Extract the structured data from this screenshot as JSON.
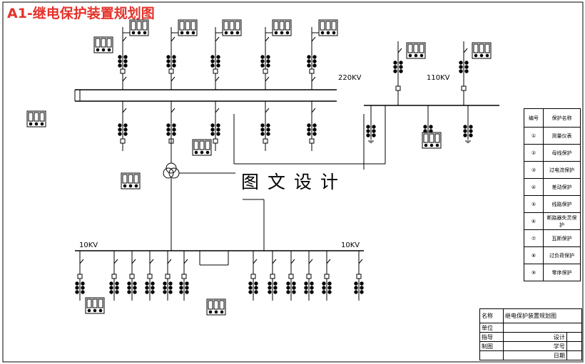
{
  "title": "A1-继电保护装置规划图",
  "watermark": "图文设计",
  "labels": {
    "bus_220": "220KV",
    "bus_110": "110KV",
    "bus_10_left": "10KV",
    "bus_10_right": "10KV"
  },
  "legend": {
    "header_no": "编号",
    "header_name": "保护名称",
    "rows": [
      {
        "no": "①",
        "name": "测量仪表"
      },
      {
        "no": "②",
        "name": "母线保护"
      },
      {
        "no": "③",
        "name": "过电流保护"
      },
      {
        "no": "④",
        "name": "差动保护"
      },
      {
        "no": "⑤",
        "name": "线路保护"
      },
      {
        "no": "⑥",
        "name": "断路器失灵保护"
      },
      {
        "no": "⑦",
        "name": "瓦斯保护"
      },
      {
        "no": "⑧",
        "name": "过负荷保护"
      },
      {
        "no": "⑨",
        "name": "零序保护"
      }
    ]
  },
  "title_block": {
    "name_label": "名称",
    "name_value": "继电保护装置规划图",
    "unit_label": "单位",
    "guide_label": "指导",
    "design_label": "设计",
    "draw_label": "制图",
    "student_no_label": "学号",
    "date_label": "日期"
  },
  "colors": {
    "title": "#e4322b",
    "lines": "#000000"
  }
}
